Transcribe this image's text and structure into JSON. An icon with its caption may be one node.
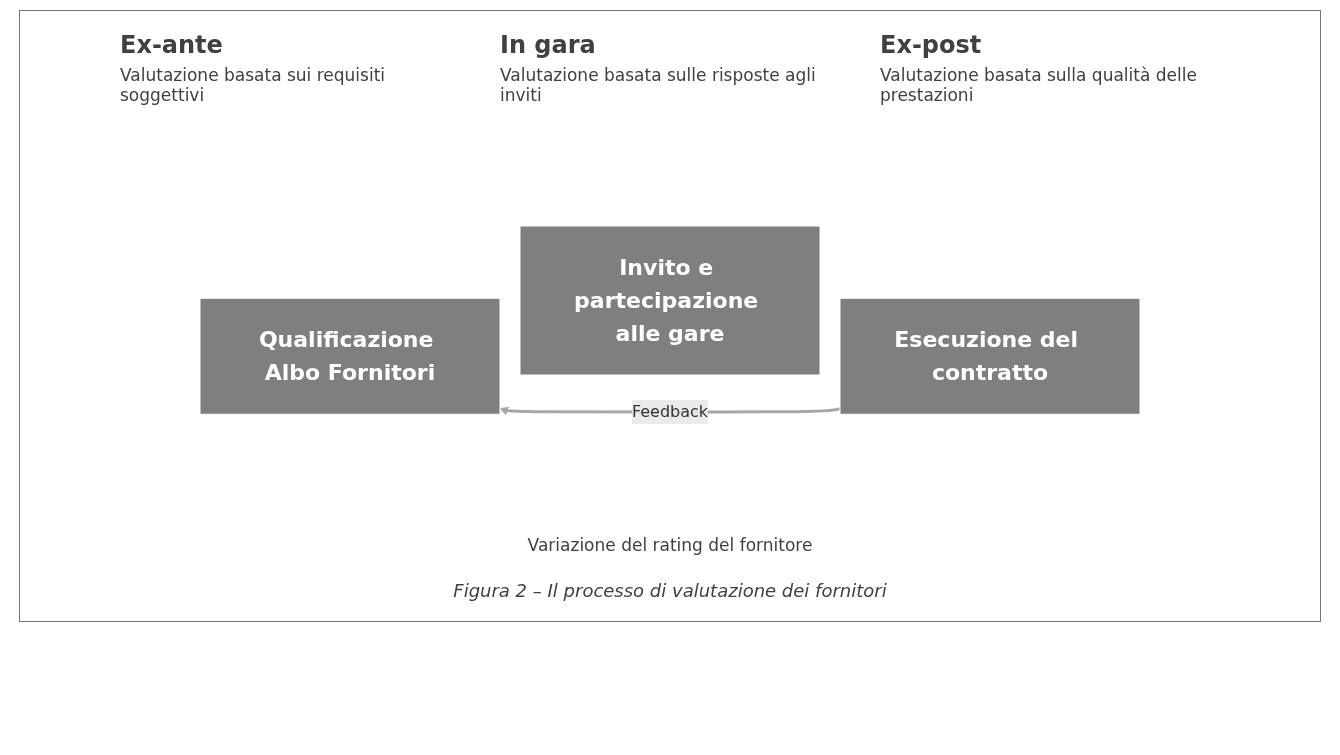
{
  "diagram": {
    "caption": "Figura 2 – Il processo di valutazione dei fornitori",
    "nodes": [
      {
        "text": [
          "Qualificazione Albo Fornitori"
        ],
        "beside": [
          "Ex-ante",
          "Valutazione basata sui requisiti soggettivi"
        ]
      },
      {
        "text": [
          "Invito e partecipazione alle gare"
        ],
        "beside": [
          "In gara",
          "Valutazione basata sulle risposte agli inviti"
        ]
      },
      {
        "text": [
          "Esecuzione del contratto"
        ],
        "beside": [
          "Ex-post",
          "Valutazione basata sulla qualità delle prestazioni"
        ]
      }
    ],
    "edges": [
      {
        "from": 2,
        "to": 0,
        "arrow": "to",
        "label": "Feedback"
      }
    ],
    "labels": [
      "Variazione del rating del fornitore"
    ]
  }
}
